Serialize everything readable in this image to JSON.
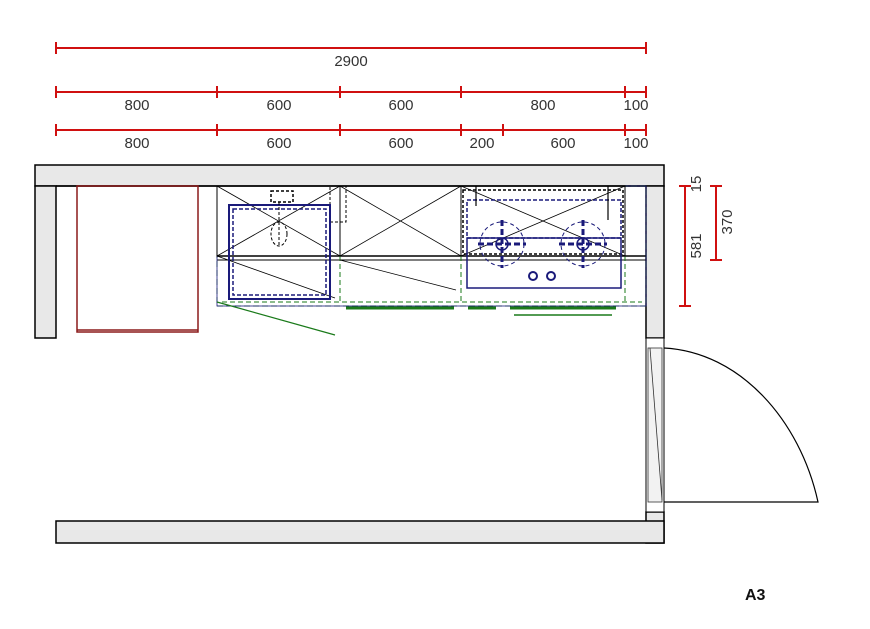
{
  "colors": {
    "dimension": "#d01010",
    "wall_fill": "#e8e8e8",
    "wall_stroke": "#000000",
    "appliance": "#1a1a7a",
    "counter": "#1a7a1a",
    "fridge": "#8b1a1a",
    "text": "#333333"
  },
  "dimensions": {
    "total": "2900",
    "row1": [
      "800",
      "600",
      "600",
      "800",
      "100"
    ],
    "row2": [
      "800",
      "600",
      "600",
      "200",
      "600",
      "100"
    ],
    "vertical_outer": "581",
    "vertical_top": "15",
    "vertical_inner": "370"
  },
  "sheet_label": "A3"
}
